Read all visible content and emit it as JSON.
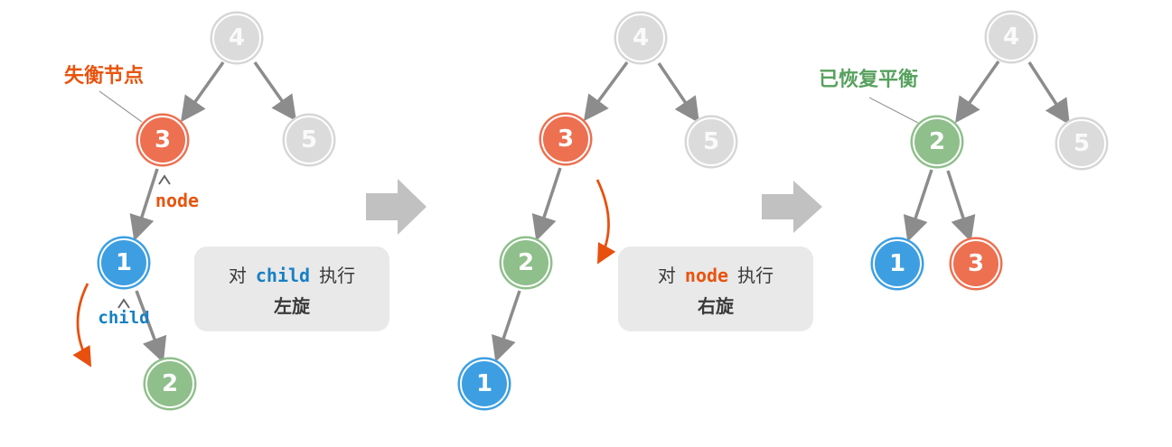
{
  "diagram_title": "avl-tree-left-right-rotation",
  "annotations": {
    "unbalanced_label": "失衡节点",
    "rebalanced_label": "已恢复平衡",
    "node_var": "node",
    "child_var": "child"
  },
  "steps": [
    {
      "prefix": "对",
      "var": "child",
      "suffix": "执行",
      "action": "左旋"
    },
    {
      "prefix": "对",
      "var": "node",
      "suffix": "执行",
      "action": "右旋"
    }
  ],
  "trees": [
    {
      "name": "before-left-rotation",
      "nodes": [
        {
          "value": "4",
          "color": "gray"
        },
        {
          "value": "3",
          "color": "orange"
        },
        {
          "value": "5",
          "color": "gray"
        },
        {
          "value": "1",
          "color": "blue"
        },
        {
          "value": "2",
          "color": "green"
        }
      ]
    },
    {
      "name": "after-left-rotation",
      "nodes": [
        {
          "value": "4",
          "color": "gray"
        },
        {
          "value": "3",
          "color": "orange"
        },
        {
          "value": "5",
          "color": "gray"
        },
        {
          "value": "2",
          "color": "green"
        },
        {
          "value": "1",
          "color": "blue"
        }
      ]
    },
    {
      "name": "after-right-rotation",
      "nodes": [
        {
          "value": "4",
          "color": "gray"
        },
        {
          "value": "2",
          "color": "green"
        },
        {
          "value": "5",
          "color": "gray"
        },
        {
          "value": "1",
          "color": "blue"
        },
        {
          "value": "3",
          "color": "orange"
        }
      ]
    }
  ],
  "colors": {
    "node_orange": "#ED7051",
    "node_blue": "#3D9FE2",
    "node_green": "#8FBF8B",
    "node_gray": "#DBDBDB",
    "edge_gray": "#8C8C8C",
    "big_arrow_gray": "#C1C1C1",
    "box_background": "#E9E9E9",
    "text_dark": "#3A3A3A",
    "accent_orange": "#E8540E",
    "accent_blue": "#1780C4",
    "accent_green": "#57A15E"
  }
}
